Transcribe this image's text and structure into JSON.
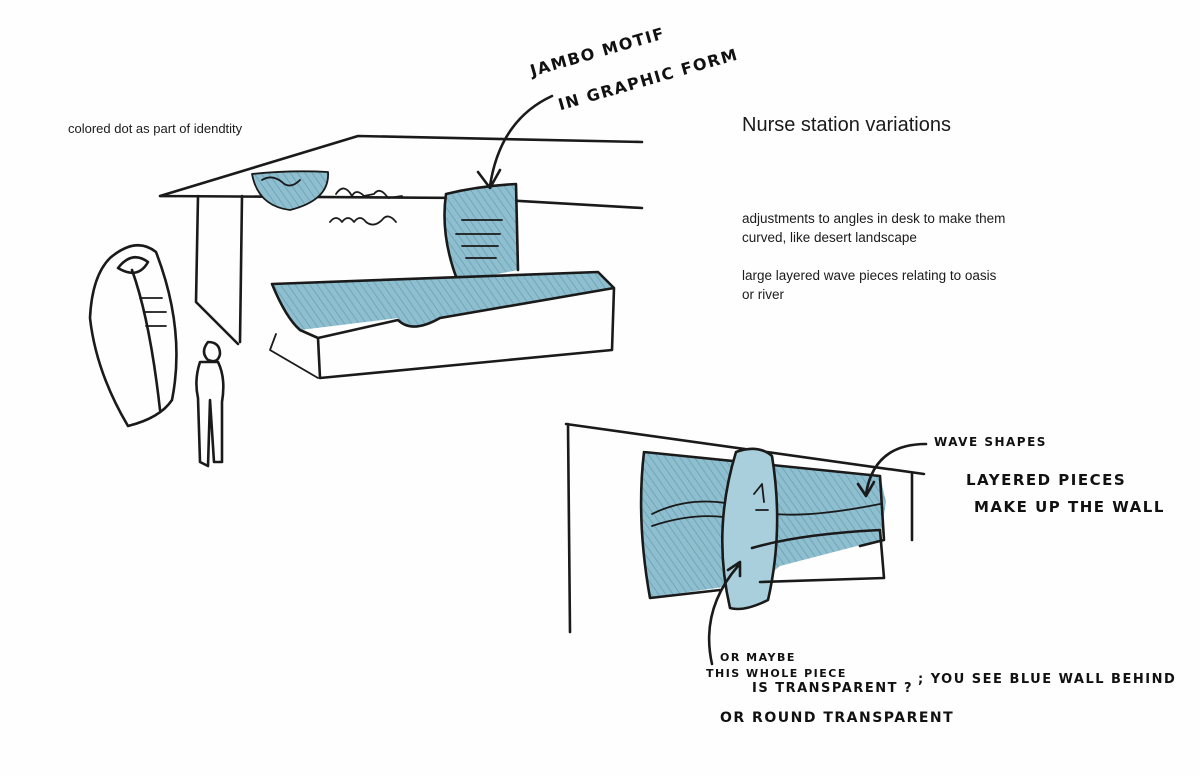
{
  "colors": {
    "ink": "#1a1a1a",
    "blue_wash": "#7fb3c6",
    "blue_wash_dark": "#5f9db4",
    "paper": "#fefefe"
  },
  "notes": {
    "left_caption": "colored dot as part of idendtity",
    "title": "Nurse station variations",
    "adjust_line1": "adjustments to angles in desk to make them",
    "adjust_line2": "curved, like desert landscape",
    "wave_line1": "large layered wave pieces relating to oasis",
    "wave_line2": "or river"
  },
  "handwriting": {
    "motif_line1": "JAMBO MOTIF",
    "motif_line2": "IN GRAPHIC FORM",
    "wave_shapes": "WAVE SHAPES",
    "layered_line1": "LAYERED PIECES",
    "layered_line2": "MAKE UP THE WALL",
    "maybe_line1": "OR MAYBE",
    "maybe_line2": "THIS WHOLE PIECE",
    "maybe_line3": "IS TRANSPARENT ?",
    "blue_wall": "; YOU SEE BLUE WALL BEHIND",
    "round": "OR ROUND TRANSPARENT"
  }
}
